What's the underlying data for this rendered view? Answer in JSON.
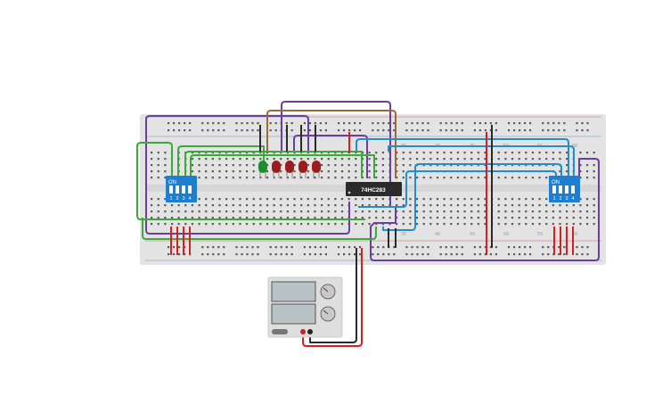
{
  "breadboard": {
    "column_numbers": [
      "35",
      "40",
      "45",
      "50",
      "55",
      "60"
    ]
  },
  "components": {
    "dip_switch_left": {
      "on_label": "ON",
      "numbers": [
        "1",
        "2",
        "3",
        "4"
      ]
    },
    "dip_switch_right": {
      "on_label": "ON",
      "numbers": [
        "1",
        "2",
        "3",
        "4"
      ]
    },
    "ic": {
      "label": "74HC283"
    },
    "leds": [
      {
        "color": "#1a8f2a"
      },
      {
        "color": "#9c1c1c"
      },
      {
        "color": "#9c1c1c"
      },
      {
        "color": "#9c1c1c"
      },
      {
        "color": "#9c1c1c"
      }
    ]
  },
  "colors": {
    "wire_purple": "#6b3fa0",
    "wire_brown": "#a0673a",
    "wire_green": "#3aaa3a",
    "wire_blue": "#1f8fd0",
    "wire_black": "#2a2a2a",
    "wire_red": "#d42020",
    "switch_blue": "#1e7fd0",
    "board": "#e3e3e3"
  }
}
